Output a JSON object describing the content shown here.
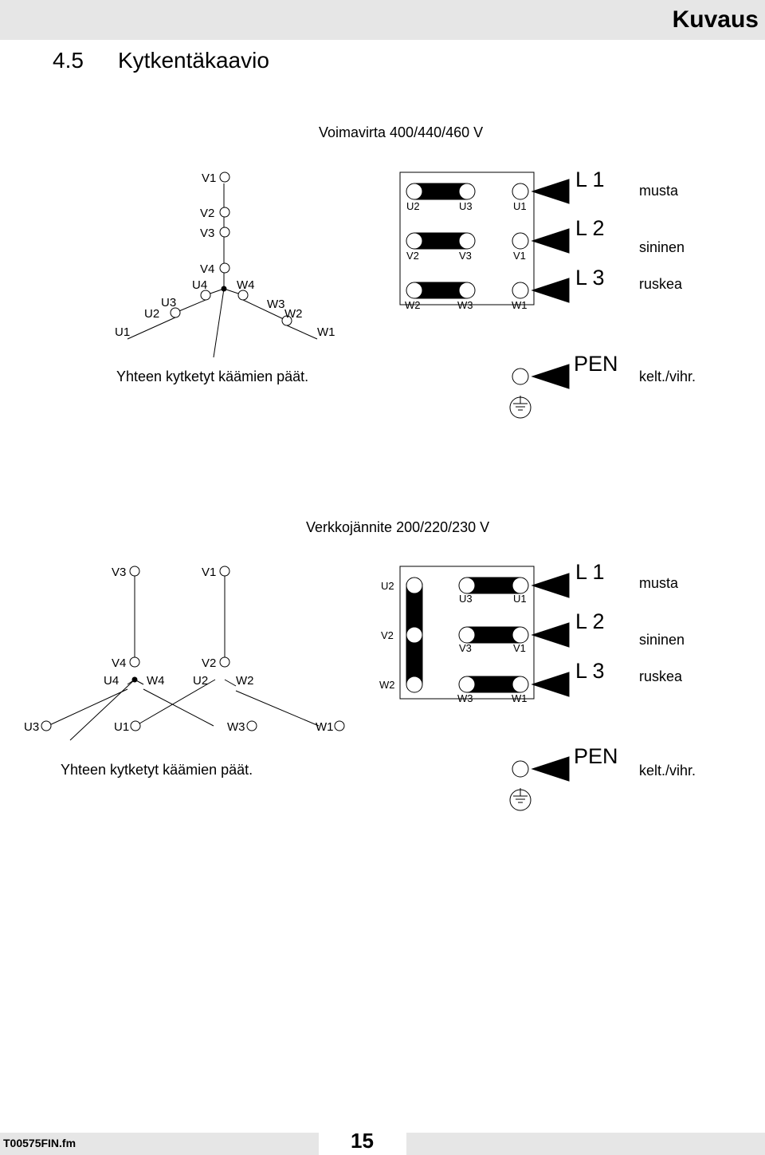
{
  "header": {
    "title": "Kuvaus"
  },
  "section": {
    "number": "4.5",
    "title": "Kytkentäkaavio"
  },
  "diagram_400": {
    "voltage_label": "Voimavirta 400/440/460 V",
    "star_terminals": [
      "V1",
      "V2",
      "V3",
      "V4",
      "U4",
      "W4",
      "U3",
      "W3",
      "U2",
      "W2",
      "U1",
      "W1"
    ],
    "star_caption": "Yhteen kytketyt käämien päät.",
    "block_rows": [
      [
        "U2",
        "U3",
        "U1"
      ],
      [
        "V2",
        "V3",
        "V1"
      ],
      [
        "W2",
        "W3",
        "W1"
      ]
    ],
    "lines": [
      "L 1",
      "L 2",
      "L 3"
    ],
    "line_colors": [
      "musta",
      "sininen",
      "ruskea"
    ],
    "pen_label": "PEN",
    "pen_color": "kelt./vihr."
  },
  "diagram_200": {
    "voltage_label": "Verkkojännite 200/220/230 V",
    "star_terminals": [
      "V3",
      "V1",
      "V4",
      "V2",
      "U4",
      "W4",
      "U2",
      "W2",
      "U3",
      "U1",
      "W3",
      "W1"
    ],
    "star_caption": "Yhteen kytketyt käämien päät.",
    "block_left": [
      "U2",
      "V2",
      "W2"
    ],
    "block_rows": [
      [
        "U3",
        "U1"
      ],
      [
        "V3",
        "V1"
      ],
      [
        "W3",
        "W1"
      ]
    ],
    "lines": [
      "L 1",
      "L 2",
      "L 3"
    ],
    "line_colors": [
      "musta",
      "sininen",
      "ruskea"
    ],
    "pen_label": "PEN",
    "pen_color": "kelt./vihr."
  },
  "footer": {
    "file": "T00575FIN.fm",
    "page": "15"
  }
}
